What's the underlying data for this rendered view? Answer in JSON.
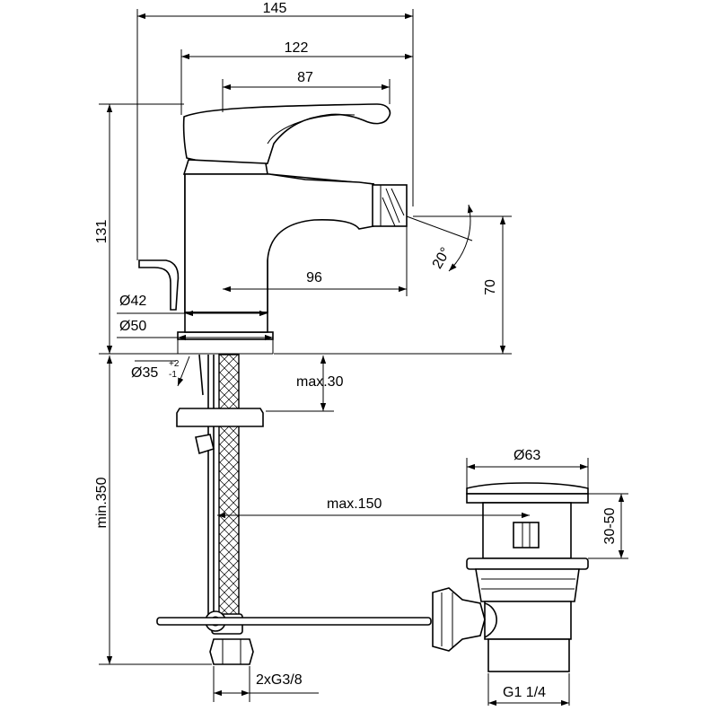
{
  "dimensions": {
    "overall_width": "145",
    "body_width": "122",
    "lever_length": "87",
    "overall_height": "131",
    "spout_reach": "96",
    "spout_height": "70",
    "spout_angle": "20°",
    "base_diameter_inner": "Ø42",
    "base_diameter_outer": "Ø50",
    "hole_diameter": "Ø35",
    "hole_tol_plus": "+2",
    "hole_tol_minus": "-1",
    "max_thickness": "max.30",
    "min_hose": "min.350",
    "max_rod": "max.150",
    "waste_diameter": "Ø63",
    "waste_height": "30-50",
    "connection": "2xG3/8",
    "waste_thread": "G1 1/4"
  }
}
